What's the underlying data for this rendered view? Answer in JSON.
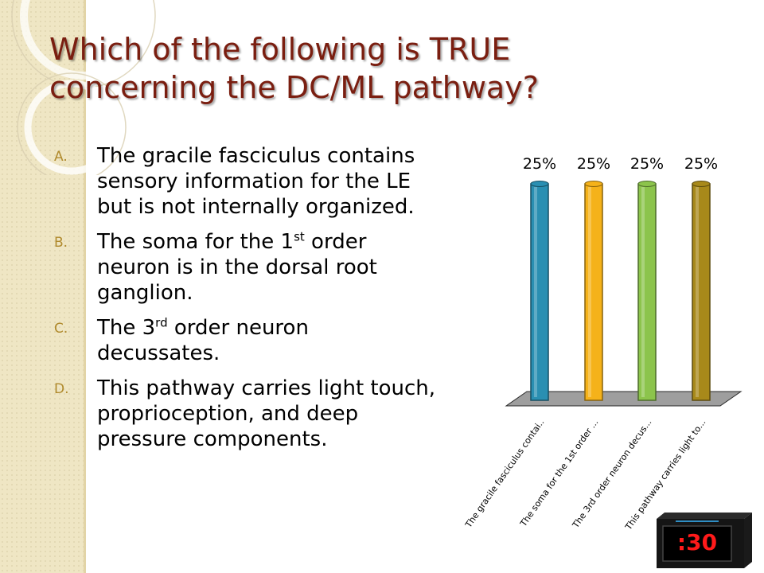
{
  "slide": {
    "title": "Which of the following is TRUE concerning the DC/ML pathway?",
    "options": [
      {
        "letter": "A.",
        "pre": "The gracile fasciculus contains sensory information for the LE but is not internally organized.",
        "sup": "",
        "post": ""
      },
      {
        "letter": "B.",
        "pre": "The soma for the 1",
        "sup": "st",
        "post": " order neuron is in the dorsal root ganglion."
      },
      {
        "letter": "C.",
        "pre": "The 3",
        "sup": "rd",
        "post": " order neuron decussates."
      },
      {
        "letter": "D.",
        "pre": "This pathway carries light touch, proprioception, and deep pressure components.",
        "sup": "",
        "post": ""
      }
    ]
  },
  "chart_data": {
    "type": "bar",
    "categories": [
      "The gracile fasciculus contai..",
      "The soma for the 1st order ...",
      "The 3rd order neuron decus...",
      "This pathway carries light to..."
    ],
    "values": [
      25,
      25,
      25,
      25
    ],
    "value_labels": [
      "25%",
      "25%",
      "25%",
      "25%"
    ],
    "colors": [
      "#2a8fb2",
      "#f5b21a",
      "#8cc44c",
      "#a8891a"
    ],
    "ylim": [
      0,
      25
    ]
  },
  "timer": {
    "label": ":30"
  }
}
